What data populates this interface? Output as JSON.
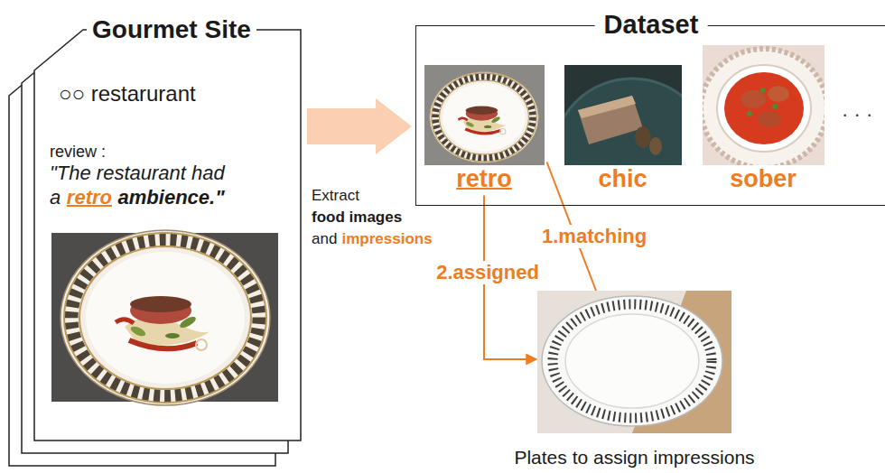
{
  "diagram": {
    "nodes": [
      {
        "text": [
          "Gourmet Site",
          "○○ restarurant",
          "review :",
          "\"The restaurant had a",
          "retro",
          "ambience.\""
        ]
      },
      {
        "text": [
          "Dataset"
        ]
      },
      {
        "text": [
          "retro"
        ],
        "in": 1
      },
      {
        "text": [
          "chic"
        ],
        "in": 1
      },
      {
        "text": [
          "sober"
        ],
        "in": 1
      },
      {
        "text": [
          "Plates to assign impressions"
        ]
      }
    ],
    "edges": [
      {
        "from": 0,
        "to": 1,
        "arrow": "to"
      },
      {
        "from": 2,
        "to": 5,
        "label": "1.matching",
        "arrow": "none"
      },
      {
        "from": 2,
        "to": 5,
        "label": "2.assigned",
        "arrow": "to"
      }
    ],
    "labels": [
      "Extract",
      "food images",
      "and",
      "impressions",
      "· · ·"
    ]
  }
}
